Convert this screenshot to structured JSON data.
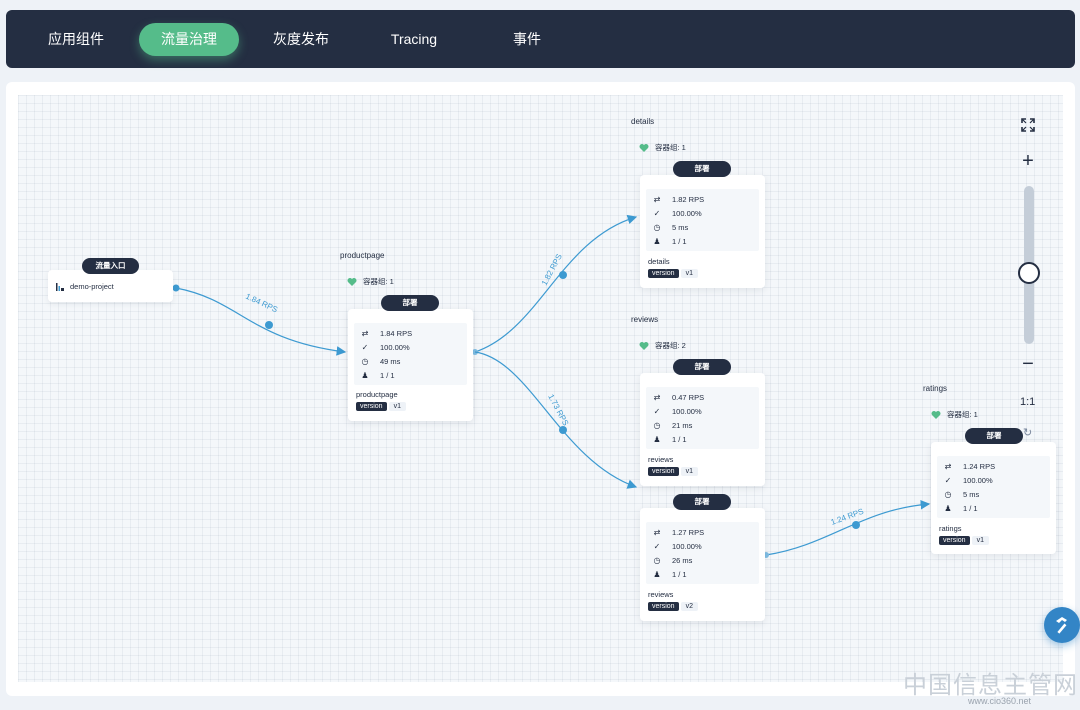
{
  "nav": {
    "tabs": [
      {
        "label": "应用组件",
        "active": false
      },
      {
        "label": "流量治理",
        "active": true
      },
      {
        "label": "灰度发布",
        "active": false
      },
      {
        "label": "Tracing",
        "active": false
      },
      {
        "label": "事件",
        "active": false
      }
    ]
  },
  "graph": {
    "entry": {
      "badge": "流量入口",
      "project": "demo-project",
      "icon": "bar-chart-icon"
    },
    "edges": [
      {
        "from": "entry",
        "to": "productpage",
        "label": "1.84 RPS"
      },
      {
        "from": "productpage",
        "to": "details",
        "label": "1.82 RPS"
      },
      {
        "from": "productpage",
        "to": "reviews-v1",
        "label": "1.73 RPS"
      },
      {
        "from": "reviews-v2",
        "to": "ratings",
        "label": "1.24 RPS"
      }
    ],
    "services": [
      {
        "title": "productpage",
        "group": "容器组: 1",
        "deploy": "部署",
        "metrics": {
          "rps": "1.84 RPS",
          "success": "100.00%",
          "latency": "49 ms",
          "replicas": "1 / 1"
        },
        "name": "productpage",
        "tag_key": "version",
        "tag_value": "v1"
      },
      {
        "title": "details",
        "group": "容器组: 1",
        "deploy": "部署",
        "metrics": {
          "rps": "1.82 RPS",
          "success": "100.00%",
          "latency": "5 ms",
          "replicas": "1 / 1"
        },
        "name": "details",
        "tag_key": "version",
        "tag_value": "v1"
      },
      {
        "title": "reviews",
        "group": "容器组: 2",
        "deploy": "部署",
        "metrics": {
          "rps": "0.47 RPS",
          "success": "100.00%",
          "latency": "21 ms",
          "replicas": "1 / 1"
        },
        "name": "reviews",
        "tag_key": "version",
        "tag_value": "v1"
      },
      {
        "title": "",
        "group": "",
        "deploy": "部署",
        "metrics": {
          "rps": "1.27 RPS",
          "success": "100.00%",
          "latency": "26 ms",
          "replicas": "1 / 1"
        },
        "name": "reviews",
        "tag_key": "version",
        "tag_value": "v2"
      },
      {
        "title": "ratings",
        "group": "容器组: 1",
        "deploy": "部署",
        "metrics": {
          "rps": "1.24 RPS",
          "success": "100.00%",
          "latency": "5 ms",
          "replicas": "1 / 1"
        },
        "name": "ratings",
        "tag_key": "version",
        "tag_value": "v1"
      }
    ]
  },
  "zoom": {
    "fit_icon": "fullscreen-icon",
    "plus": "+",
    "minus": "−",
    "reset_label": "1:1",
    "level": 0.5
  },
  "fab_icon": "hammer-icon",
  "watermark": {
    "text": "中国信息主管网",
    "sub": "www.cio360.net"
  },
  "colors": {
    "nav_bg": "#242e42",
    "accent": "#55bc8a",
    "edge": "#3d9ad1",
    "fab": "#3385c6"
  }
}
